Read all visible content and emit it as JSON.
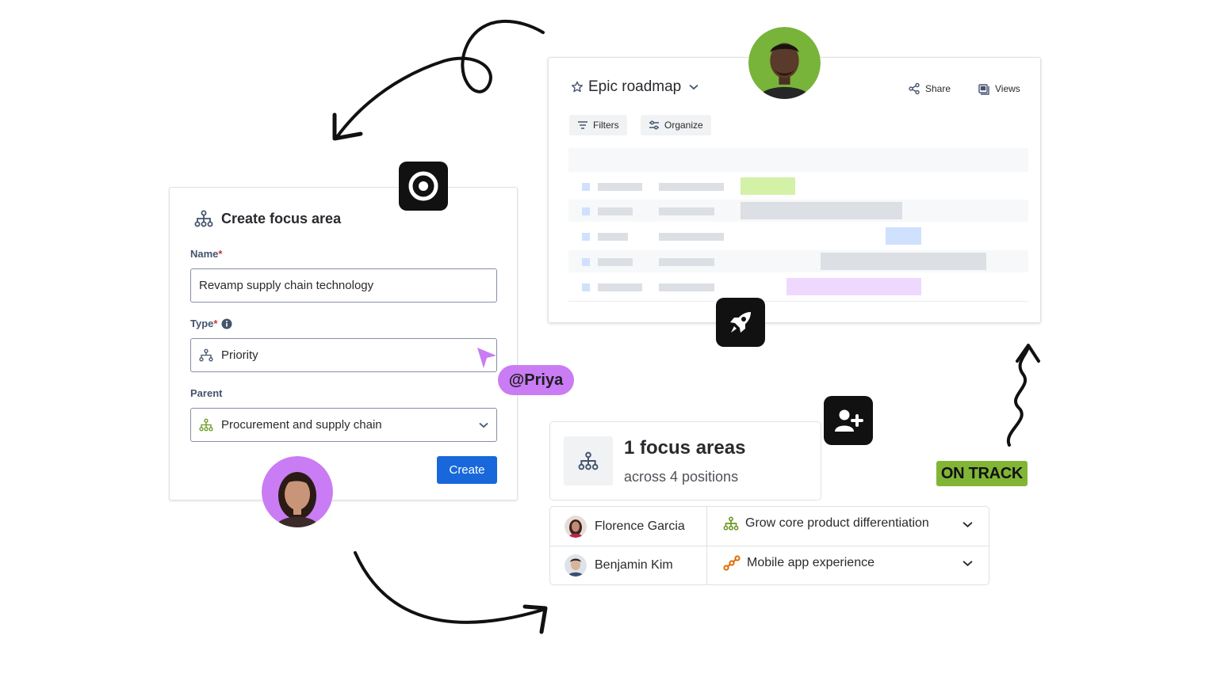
{
  "create_focus_area": {
    "title": "Create focus area",
    "name_label": "Name",
    "name_value": "Revamp supply chain technology",
    "type_label": "Type",
    "type_value": "Priority",
    "parent_label": "Parent",
    "parent_value": "Procurement and supply chain",
    "create_label": "Create",
    "required_mark": "*"
  },
  "roadmap": {
    "title": "Epic roadmap",
    "share_label": "Share",
    "views_label": "Views",
    "filters_label": "Filters",
    "organize_label": "Organize",
    "bar_colors": [
      "#d3f1a7",
      "#dcdfe4",
      "#cfe1fd",
      "#dcdfe4",
      "#efd8fd"
    ]
  },
  "summary": {
    "count_text": "1 focus areas",
    "sub_text": "across 4 positions"
  },
  "people": [
    {
      "name": "Florence Garcia",
      "goal": "Grow core product differentiation",
      "goal_icon": "hierarchy-icon"
    },
    {
      "name": "Benjamin Kim",
      "goal": "Mobile app experience",
      "goal_icon": "roadmap-icon"
    }
  ],
  "mention_tag": "@Priya",
  "status_badge": "ON TRACK",
  "colors": {
    "primary": "#1868db",
    "mention": "#c97cf4",
    "on_track": "#82b536",
    "tile": "#111111"
  }
}
